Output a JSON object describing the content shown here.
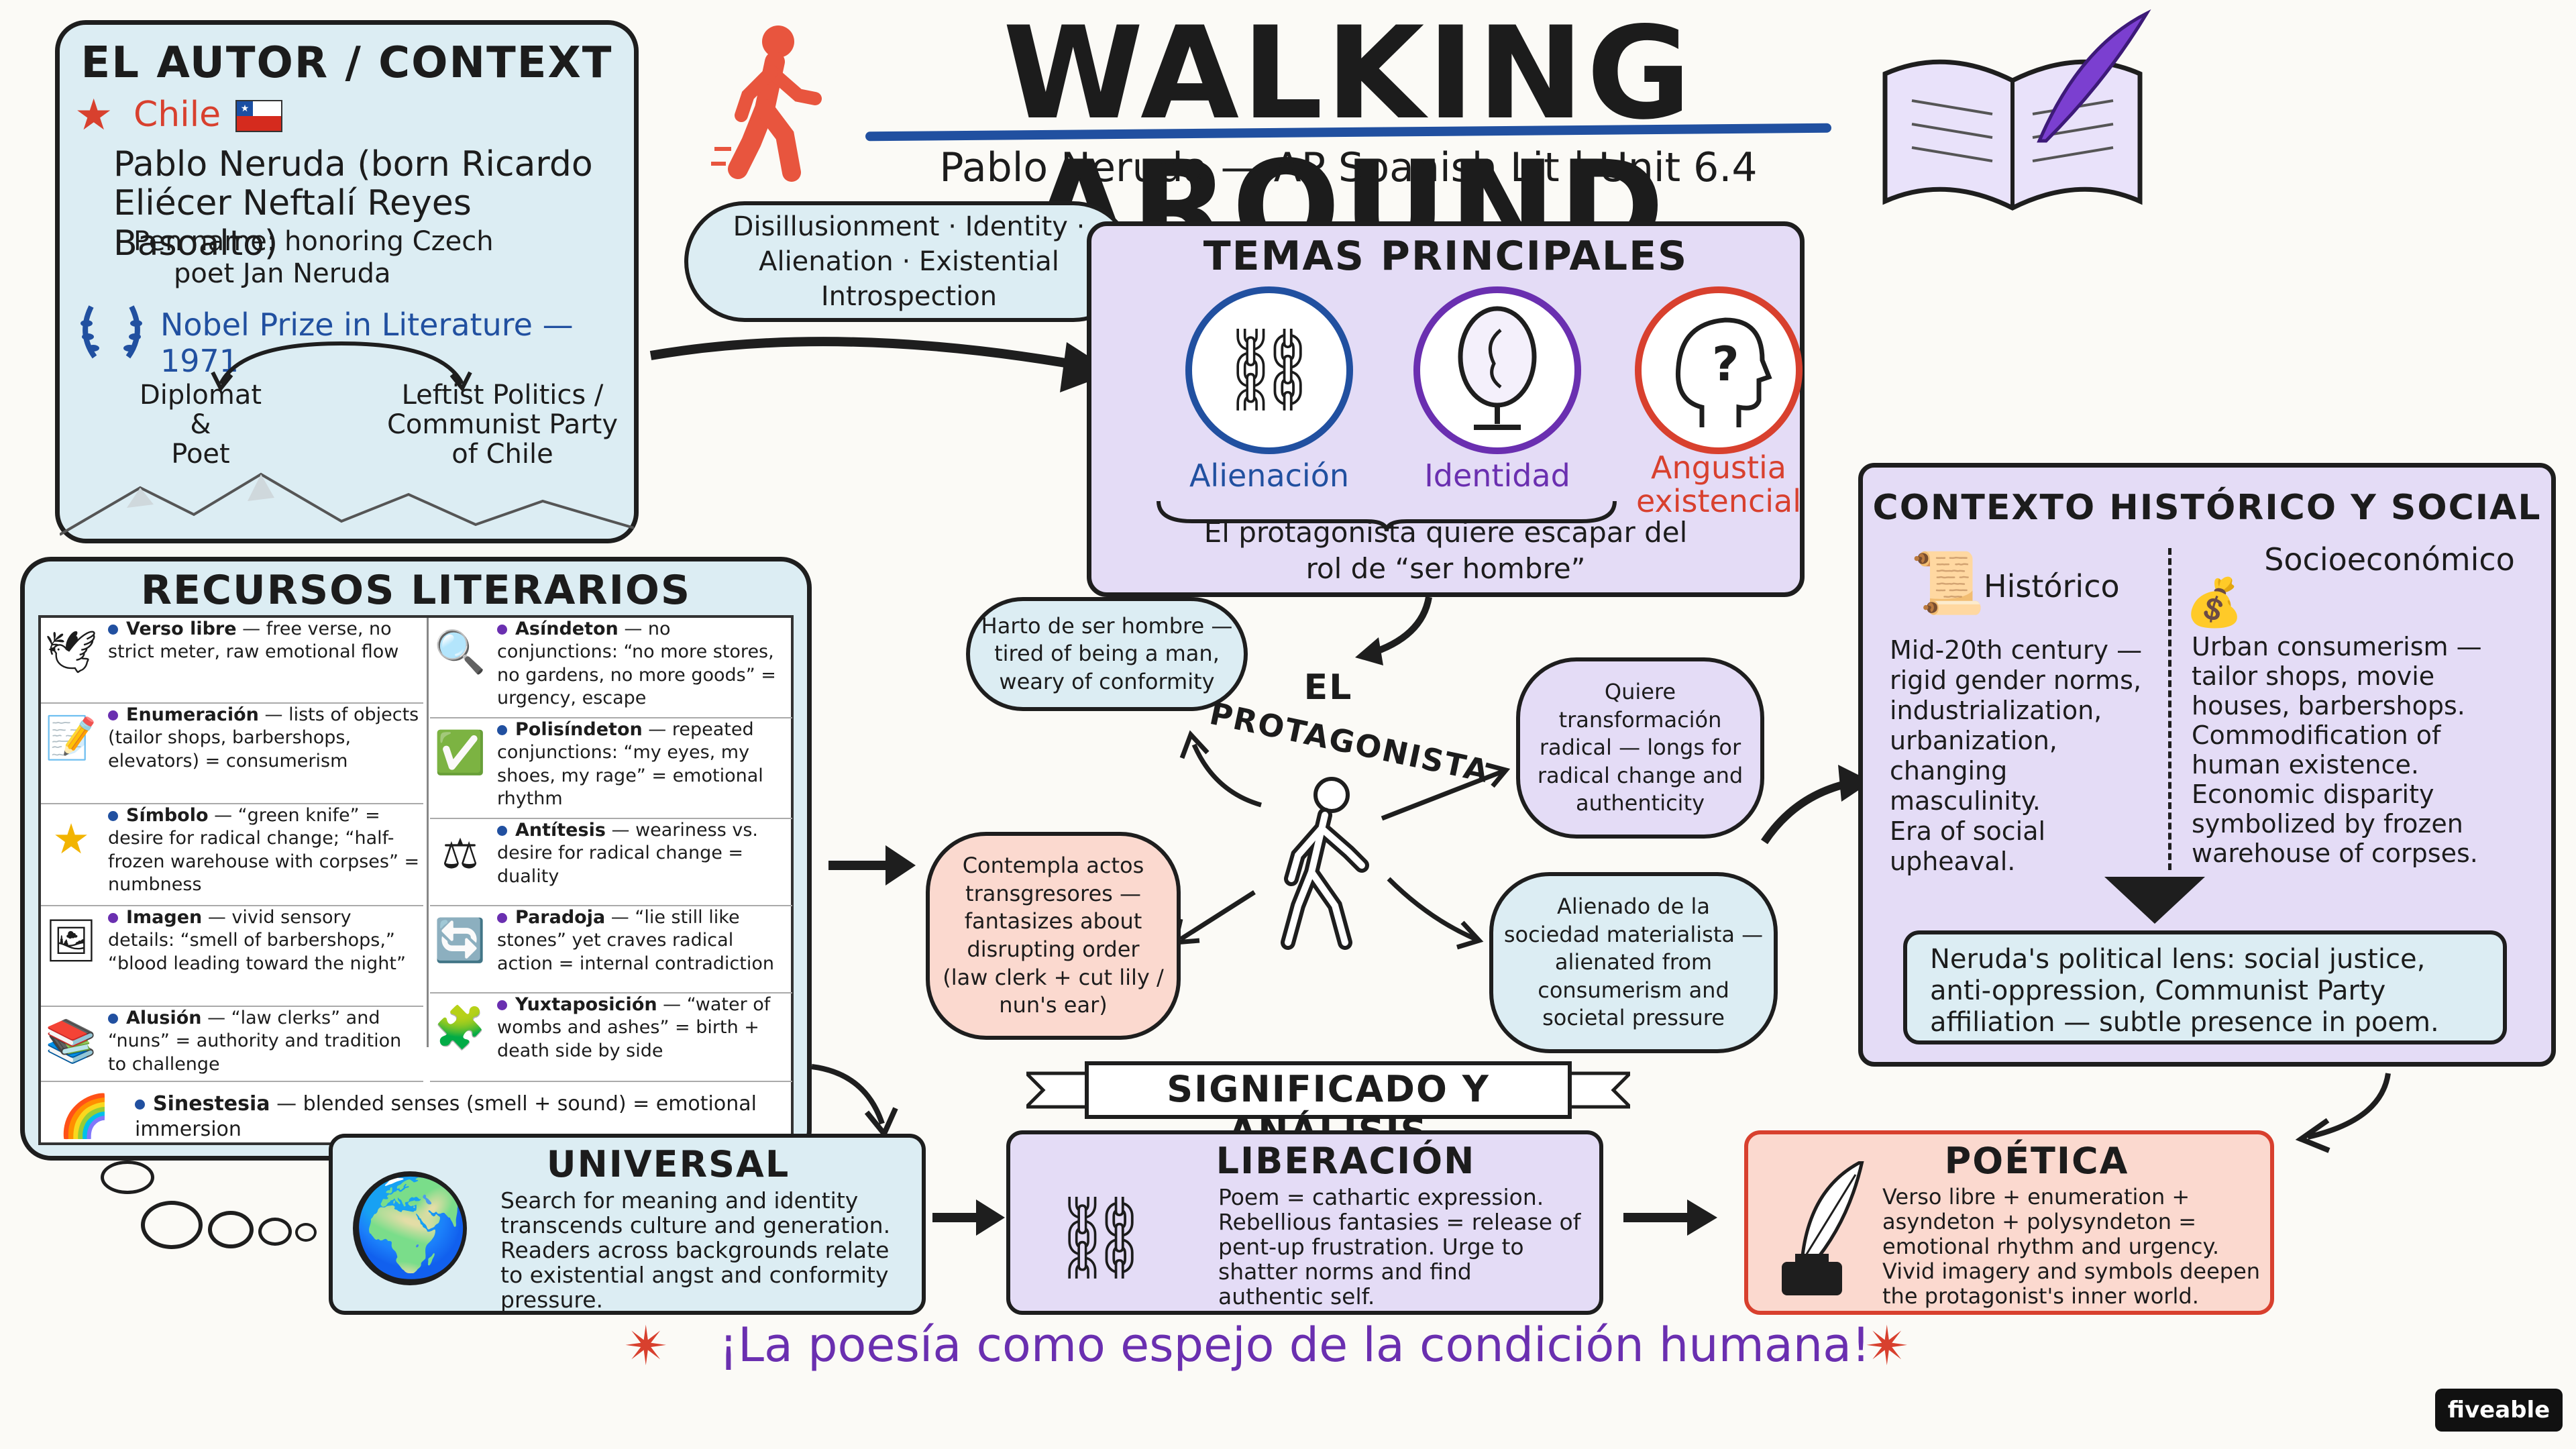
{
  "title": "WALKING AROUND",
  "subtitle": "Pablo Neruda — AP Spanish Lit | Unit 6.4",
  "autor": {
    "title": "EL AUTOR / CONTEXT",
    "country": "Chile",
    "name_line1": "Pablo Neruda (born Ricardo",
    "name_line2": "Eliécer Neftalí Reyes Basoalto)",
    "pen_line1": "Pen name: honoring Czech",
    "pen_line2": "poet Jan Neruda",
    "nobel": "Nobel Prize in Literature — 1971",
    "diplomat_line1": "Diplomat",
    "diplomat_line2": "&",
    "diplomat_line3": "Poet",
    "politics_line1": "Leftist Politics /",
    "politics_line2": "Communist Party",
    "politics_line3": "of Chile"
  },
  "temas_cloud": {
    "line1": "Disillusionment · Identity ·",
    "line2": "Alienation · Existential Introspection"
  },
  "temas": {
    "title": "TEMAS PRINCIPALES",
    "items": [
      {
        "label": "Alienación",
        "color": "#2150a0"
      },
      {
        "label": "Identidad",
        "color": "#6a2fb0"
      },
      {
        "label": "Angustia",
        "label2": "existencial",
        "color": "#d8402e"
      }
    ],
    "note_line1": "El protagonista quiere escapar del",
    "note_line2": "rol de “ser hombre”"
  },
  "recursos": {
    "title": "RECURSOS LITERARIOS",
    "left": [
      {
        "term": "Verso libre",
        "desc": " — free verse, no strict meter, raw emotional flow",
        "dot": "#2150a0"
      },
      {
        "term": "Enumeración",
        "desc": " — lists of objects (tailor shops, barbershops, elevators) = consumerism",
        "dot": "#6a2fb0"
      },
      {
        "term": "Símbolo",
        "desc": " — “green knife” = desire for radical change; “half-frozen warehouse with corpses” = numbness",
        "dot": "#2150a0"
      },
      {
        "term": "Imagen",
        "desc": " — vivid sensory details: “smell of barbershops,” “blood leading toward the night”",
        "dot": "#6a2fb0"
      },
      {
        "term": "Alusión",
        "desc": " — “law clerks” and “nuns” = authority and tradition to challenge",
        "dot": "#2150a0"
      }
    ],
    "right": [
      {
        "term": "Asíndeton",
        "desc": " — no conjunctions: “no more stores, no gardens, no more goods” = urgency, escape",
        "dot": "#6a2fb0"
      },
      {
        "term": "Polisíndeton",
        "desc": " — repeated conjunctions: “my eyes, my shoes, my rage” = emotional rhythm",
        "dot": "#2150a0"
      },
      {
        "term": "Antítesis",
        "desc": " — weariness vs. desire for radical change = duality",
        "dot": "#2150a0"
      },
      {
        "term": "Paradoja",
        "desc": " — “lie still like stones” yet craves radical action = internal contradiction",
        "dot": "#6a2fb0"
      },
      {
        "term": "Yuxtaposición",
        "desc": " — “water of wombs and ashes” = birth + death side by side",
        "dot": "#6a2fb0"
      }
    ],
    "bottom": {
      "term": "Sinestesia",
      "desc": " — blended senses (smell + sound) = emotional immersion",
      "dot": "#2150a0"
    }
  },
  "protagonista": {
    "title_line1": "EL",
    "title_line2": "PROTAGONISTA",
    "harto_line1": "Harto de ser hombre —",
    "harto_line2": "tired of being a man,",
    "harto_line3": "weary of conformity",
    "quiere_line1": "Quiere",
    "quiere_line2": "transformación",
    "quiere_line3": "radical — longs for",
    "quiere_line4": "radical change and",
    "quiere_line5": "authenticity",
    "contempla_line1": "Contempla actos",
    "contempla_line2": "transgresores —",
    "contempla_line3": "fantasizes about",
    "contempla_line4": "disrupting order",
    "contempla_line5": "(law clerk + cut lily /",
    "contempla_line6": "nun's ear)",
    "alienado_line1": "Alienado de la",
    "alienado_line2": "sociedad materialista —",
    "alienado_line3": "alienated from",
    "alienado_line4": "consumerism and",
    "alienado_line5": "societal pressure"
  },
  "contexto": {
    "title": "CONTEXTO HISTÓRICO Y SOCIAL",
    "historico_title": "Histórico",
    "historico_lines": [
      "Mid-20th century —",
      "rigid gender norms,",
      "industrialization,",
      "urbanization,",
      "changing masculinity.",
      "Era of social",
      "upheaval."
    ],
    "socio_title": "Socioeconómico",
    "socio_lines": [
      "Urban consumerism —",
      "tailor shops, movie",
      "houses, barbershops.",
      "Commodification of",
      "human existence.",
      "Economic disparity",
      "symbolized by frozen",
      "warehouse of corpses."
    ],
    "lens_line1": "Neruda's political lens: social justice,",
    "lens_line2": "anti-oppression, Communist Party",
    "lens_line3": "affiliation — subtle presence in poem."
  },
  "significado": {
    "banner": "SIGNIFICADO Y ANÁLISIS",
    "universal": {
      "title": "UNIVERSAL",
      "lines": [
        "Search for meaning and identity",
        "transcends culture and generation.",
        "Readers across backgrounds relate",
        "to existential angst and conformity",
        "pressure."
      ]
    },
    "liberacion": {
      "title": "LIBERACIÓN",
      "lines": [
        "Poem = cathartic expression.",
        "Rebellious fantasies = release of",
        "pent-up frustration. Urge to",
        "shatter norms and find",
        "authentic self."
      ]
    },
    "poetica": {
      "title": "POÉTICA",
      "lines": [
        "Verso libre + enumeration +",
        "asyndeton + polysyndeton =",
        "emotional rhythm and urgency.",
        "Vivid imagery and symbols deepen",
        "the protagonist's inner world."
      ]
    }
  },
  "footer": "¡La poesía como espejo de la condición humana!",
  "brand": "fiveable",
  "icons": {
    "walker": "walking-person-icon",
    "book": "open-book-quill-icon",
    "star": "star-icon",
    "flag": "chile-flag-icon",
    "laurel": "laurel-wreath-icon",
    "chain": "broken-chain-icon",
    "mirror": "mirror-icon",
    "head": "question-head-icon"
  }
}
